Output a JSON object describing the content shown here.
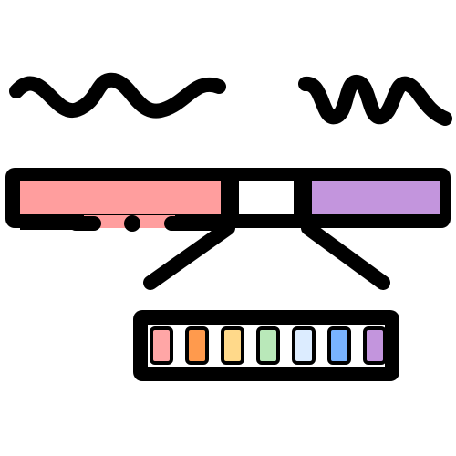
{
  "icon": {
    "name": "prism-light-spectrum-icon",
    "colors": {
      "outline": "#000000",
      "background": "#ffffff",
      "bar_left": "#ff9e9e",
      "bar_center": "#ffffff",
      "bar_right": "#c395dd"
    },
    "spectrum_swatches": [
      {
        "name": "red",
        "color": "#ffa6a6"
      },
      {
        "name": "orange",
        "color": "#ff9a4d"
      },
      {
        "name": "yellow",
        "color": "#ffd98a"
      },
      {
        "name": "green",
        "color": "#b9e8b9"
      },
      {
        "name": "light-blue",
        "color": "#dcecff"
      },
      {
        "name": "blue",
        "color": "#79b3ff"
      },
      {
        "name": "violet",
        "color": "#c395dd"
      }
    ]
  }
}
